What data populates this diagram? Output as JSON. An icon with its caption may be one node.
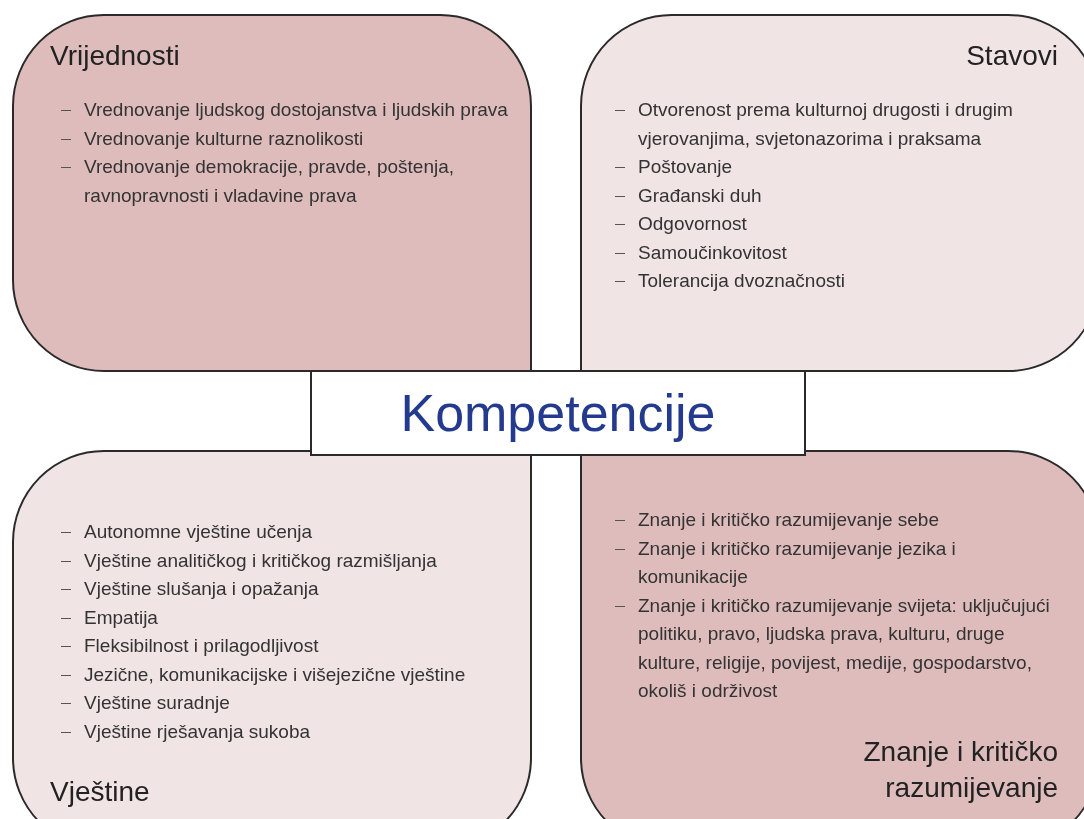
{
  "diagram": {
    "nodes": [
      {
        "text": [
          "Vrijednosti",
          "Vrednovanje ljudskog dostojanstva i ljudskih prava",
          "Vrednovanje kulturne raznolikosti",
          "Vrednovanje demokracije, pravde, poštenja, ravnopravnosti i vladavine prava"
        ]
      },
      {
        "text": [
          "Stavovi",
          "Otvorenost prema kulturnoj drugosti i drugim vjerovanjima, svjetonazorima i praksama",
          "Poštovanje",
          "Građanski duh",
          "Odgovornost",
          "Samoučinkovitost",
          "Tolerancija dvoznačnosti"
        ]
      },
      {
        "text": [
          "Kompetencije"
        ]
      },
      {
        "text": [
          "Vještine",
          "Autonomne vještine učenja",
          "Vještine analitičkog i kritičkog razmišljanja",
          "Vještine slušanja i opažanja",
          "Empatija",
          "Fleksibilnost i prilagodljivost",
          "Jezične, komunikacijske i višejezične vještine",
          "Vještine suradnje",
          "Vještine rješavanja sukoba"
        ]
      },
      {
        "text": [
          "Znanje i kritičko razumijevanje",
          "Znanje i kritičko razumijevanje sebe",
          "Znanje i kritičko razumijevanje jezika i komunikacije",
          "Znanje i kritičko razumijevanje svijeta: uključujući politiku, pravo, ljudska prava, kulturu, druge kulture, religije, povijest, medije, gospodarstvo, okoliš i održivost"
        ]
      }
    ]
  }
}
